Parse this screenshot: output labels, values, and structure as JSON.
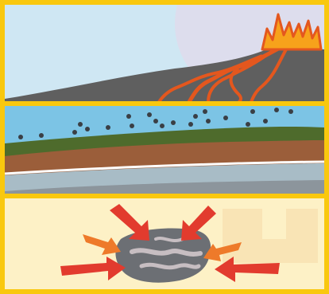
{
  "figure": {
    "panels": [
      {
        "id": "volcano",
        "content": "volcano-with-lava-flow"
      },
      {
        "id": "sediment",
        "content": "sediment-layers-with-particles"
      },
      {
        "id": "metamorphic",
        "content": "rock-under-pressure"
      }
    ],
    "colors": {
      "border": "#F9C80E",
      "sky": "#CFE7F3",
      "lava": "#E4571E",
      "flame": "#F7A21B",
      "mountain": "#5F5F5F",
      "water": "#7CC4E5",
      "grass": "#4E6B2C",
      "soil": "#9B5E3A",
      "sand_bg": "#FDF1C6",
      "arrow_red": "#E23B2E",
      "arrow_orange": "#EE7A2A",
      "rock": "#6C6F74",
      "rock_vein": "#C7BEC2"
    }
  }
}
